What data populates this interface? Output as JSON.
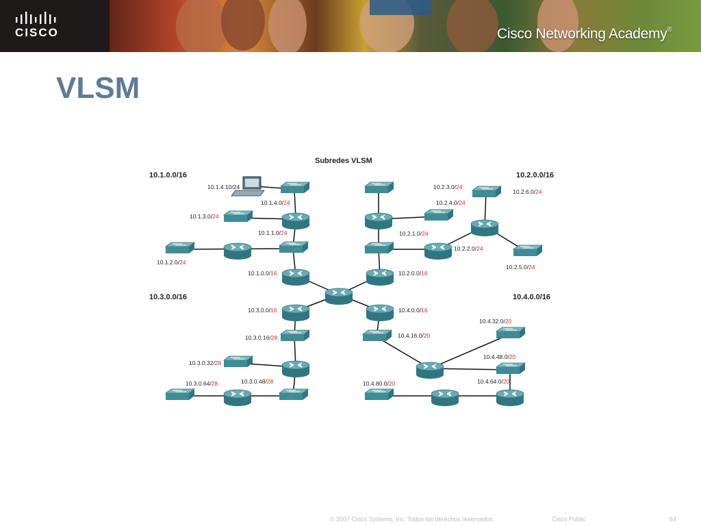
{
  "header": {
    "logo_text": "CISCO",
    "title": "Cisco Networking Academy",
    "trademark": "®"
  },
  "slide": {
    "title": "VLSM"
  },
  "diagram": {
    "title": "Subredes VLSM",
    "colors": {
      "mask": "#d62828",
      "text": "#222222",
      "device": "#3f8c96"
    },
    "regions": [
      {
        "id": "r1",
        "text": "10.1.0.0/16"
      },
      {
        "id": "r2",
        "text": "10.2.0.0/16"
      },
      {
        "id": "r3",
        "text": "10.3.0.0/16"
      },
      {
        "id": "r4",
        "text": "10.4.0.0/16"
      }
    ],
    "labels": [
      {
        "id": "l1",
        "ip": "10.1.4.10/24",
        "mask": ""
      },
      {
        "id": "l2",
        "ip": "10.1.4.0/",
        "mask": "24"
      },
      {
        "id": "l3",
        "ip": "10.1.3.0/",
        "mask": "24"
      },
      {
        "id": "l4",
        "ip": "10.1.1.0/",
        "mask": "24"
      },
      {
        "id": "l5",
        "ip": "10.1.2.0/",
        "mask": "24"
      },
      {
        "id": "l6",
        "ip": "10.1.0.0/",
        "mask": "16"
      },
      {
        "id": "l7",
        "ip": "10.2.3.0/",
        "mask": "24"
      },
      {
        "id": "l8",
        "ip": "10.2.6.0/",
        "mask": "24"
      },
      {
        "id": "l9",
        "ip": "10.2.4.0/",
        "mask": "24"
      },
      {
        "id": "l10",
        "ip": "10.2.1.0/",
        "mask": "24"
      },
      {
        "id": "l11",
        "ip": "10.2.2.0/",
        "mask": "24"
      },
      {
        "id": "l12",
        "ip": "10.2.5.0/",
        "mask": "24"
      },
      {
        "id": "l13",
        "ip": "10.2.0.0/",
        "mask": "16"
      },
      {
        "id": "l14",
        "ip": "10.3.0.0/",
        "mask": "16"
      },
      {
        "id": "l15",
        "ip": "10.3.0.16/",
        "mask": "28"
      },
      {
        "id": "l16",
        "ip": "10.3.0.32/",
        "mask": "28"
      },
      {
        "id": "l17",
        "ip": "10.3.0.64/",
        "mask": "28"
      },
      {
        "id": "l18",
        "ip": "10.3.0.48/",
        "mask": "28"
      },
      {
        "id": "l19",
        "ip": "10.4.0.0/",
        "mask": "16"
      },
      {
        "id": "l20",
        "ip": "10.4.16.0/",
        "mask": "20"
      },
      {
        "id": "l21",
        "ip": "10.4.32.0/",
        "mask": "20"
      },
      {
        "id": "l22",
        "ip": "10.4.48.0/",
        "mask": "20"
      },
      {
        "id": "l23",
        "ip": "10.4.80.0/",
        "mask": "20"
      },
      {
        "id": "l24",
        "ip": "10.4.64.0/",
        "mask": "20"
      }
    ]
  },
  "footer": {
    "copyright": "© 2007 Cisco Systems, Inc. Todos los derechos reservados.",
    "classification": "Cisco Public",
    "page": "64"
  }
}
